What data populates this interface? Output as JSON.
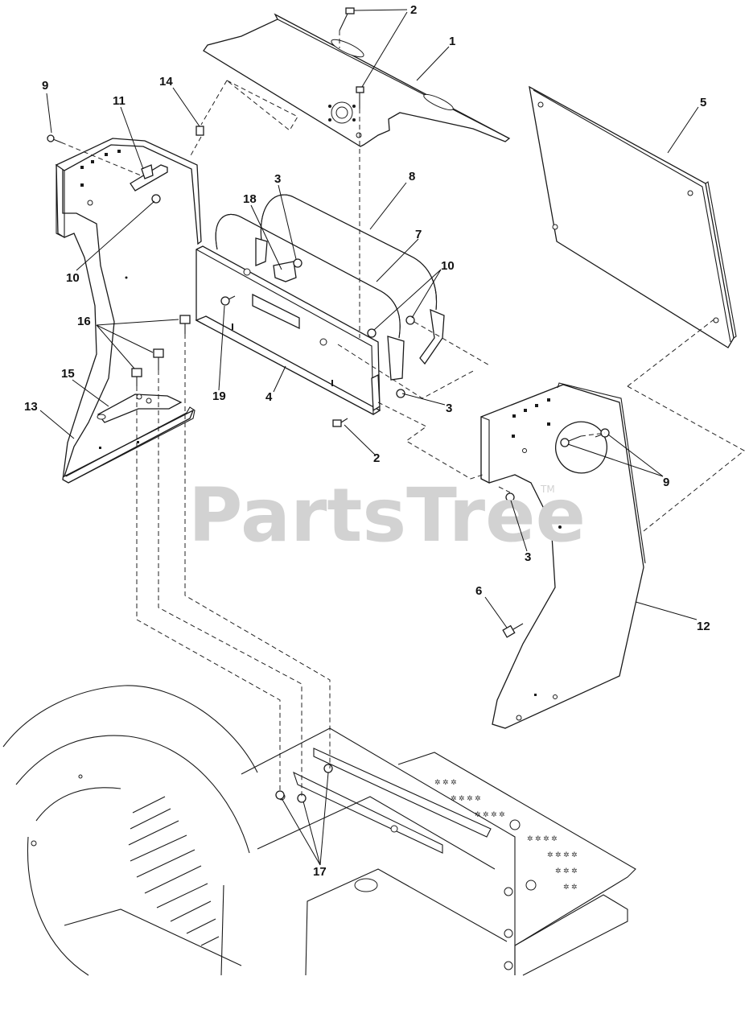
{
  "watermark": {
    "text": "PartsTree",
    "tm": "TM"
  },
  "callouts": [
    {
      "id": "c-2-top",
      "label": "2"
    },
    {
      "id": "c-1",
      "label": "1"
    },
    {
      "id": "c-9-left",
      "label": "9"
    },
    {
      "id": "c-14",
      "label": "14"
    },
    {
      "id": "c-11",
      "label": "11"
    },
    {
      "id": "c-5",
      "label": "5"
    },
    {
      "id": "c-3-mid",
      "label": "3"
    },
    {
      "id": "c-8",
      "label": "8"
    },
    {
      "id": "c-18",
      "label": "18"
    },
    {
      "id": "c-7",
      "label": "7"
    },
    {
      "id": "c-10-left",
      "label": "10"
    },
    {
      "id": "c-10-right",
      "label": "10"
    },
    {
      "id": "c-16",
      "label": "16"
    },
    {
      "id": "c-15",
      "label": "15"
    },
    {
      "id": "c-19",
      "label": "19"
    },
    {
      "id": "c-4",
      "label": "4"
    },
    {
      "id": "c-3-right",
      "label": "3"
    },
    {
      "id": "c-13",
      "label": "13"
    },
    {
      "id": "c-2-bottom",
      "label": "2"
    },
    {
      "id": "c-9-right",
      "label": "9"
    },
    {
      "id": "c-3-lower",
      "label": "3"
    },
    {
      "id": "c-6",
      "label": "6"
    },
    {
      "id": "c-12",
      "label": "12"
    },
    {
      "id": "c-17",
      "label": "17"
    }
  ]
}
